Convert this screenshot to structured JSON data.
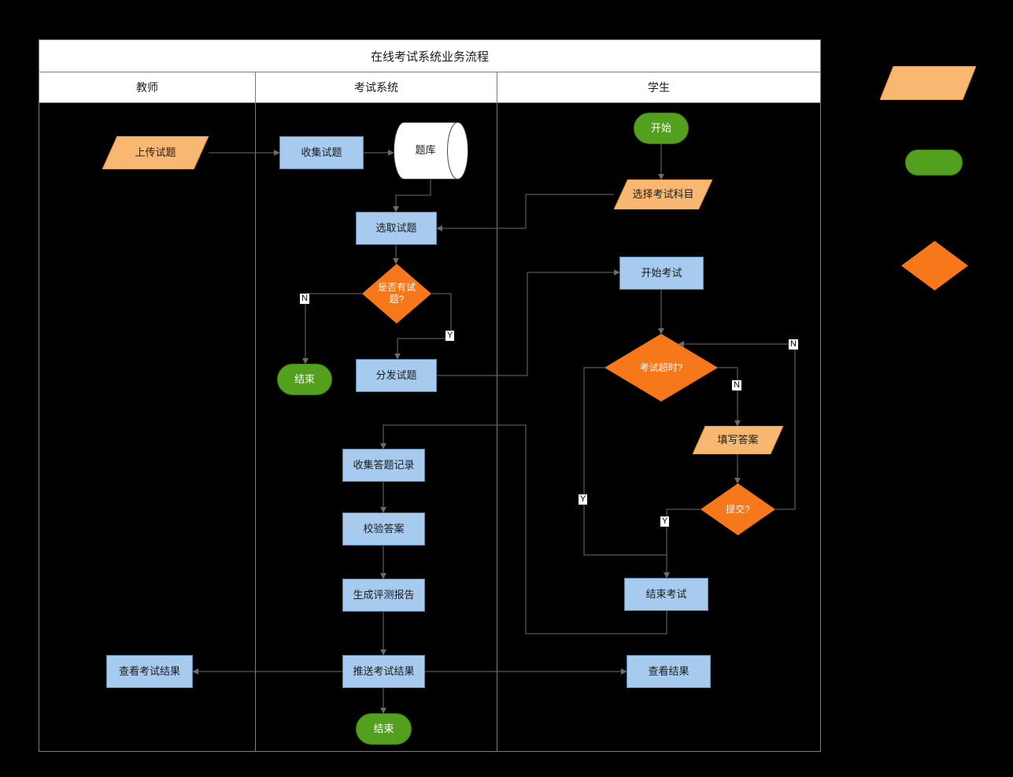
{
  "title": "在线考试系统业务流程",
  "lanes": {
    "teacher": "教师",
    "system": "考试系统",
    "student": "学生"
  },
  "nodes": {
    "upload_questions": "上传试题",
    "collect_questions": "收集试题",
    "question_bank": "题库",
    "pick_questions": "选取试题",
    "has_questions": "是否有试题?",
    "distribute_questions": "分发试题",
    "teacher_end": "结束",
    "collect_answer_records": "收集答题记录",
    "verify_answers": "校验答案",
    "generate_report": "生成评测报告",
    "push_results": "推送考试结果",
    "system_end": "结束",
    "view_exam_results": "查看考试结果",
    "start": "开始",
    "choose_subject": "选择考试科目",
    "begin_exam": "开始考试",
    "exam_timeout": "考试超时?",
    "fill_answers": "填写答案",
    "submit": "提交?",
    "end_exam": "结束考试",
    "view_results": "查看结果"
  },
  "branch_labels": {
    "yes": "Y",
    "no": "N"
  },
  "edges": [
    {
      "from": "upload_questions",
      "to": "collect_questions"
    },
    {
      "from": "collect_questions",
      "to": "question_bank"
    },
    {
      "from": "question_bank",
      "to": "pick_questions"
    },
    {
      "from": "choose_subject",
      "to": "pick_questions"
    },
    {
      "from": "pick_questions",
      "to": "has_questions"
    },
    {
      "from": "has_questions",
      "to": "teacher_end",
      "label": "N"
    },
    {
      "from": "has_questions",
      "to": "distribute_questions",
      "label": "Y"
    },
    {
      "from": "distribute_questions",
      "to": "begin_exam"
    },
    {
      "from": "start",
      "to": "choose_subject"
    },
    {
      "from": "begin_exam",
      "to": "exam_timeout"
    },
    {
      "from": "exam_timeout",
      "to": "fill_answers",
      "label": "N"
    },
    {
      "from": "fill_answers",
      "to": "submit"
    },
    {
      "from": "submit",
      "to": "exam_timeout",
      "label": "N"
    },
    {
      "from": "submit",
      "to": "end_exam",
      "label": "Y"
    },
    {
      "from": "exam_timeout",
      "to": "end_exam",
      "label": "Y"
    },
    {
      "from": "end_exam",
      "to": "collect_answer_records"
    },
    {
      "from": "collect_answer_records",
      "to": "verify_answers"
    },
    {
      "from": "verify_answers",
      "to": "generate_report"
    },
    {
      "from": "generate_report",
      "to": "push_results"
    },
    {
      "from": "push_results",
      "to": "view_exam_results"
    },
    {
      "from": "push_results",
      "to": "view_results"
    },
    {
      "from": "push_results",
      "to": "system_end"
    }
  ],
  "legend": {
    "shapes": [
      "io-parallelogram",
      "terminal-rounded",
      "decision-diamond"
    ]
  },
  "colors": {
    "background": "#000000",
    "frame": "#7d7d7d",
    "connector": "#6b6b6b",
    "process_fill": "#A6CBEE",
    "process_stroke": "#5B86AE",
    "terminal_fill": "#52A01D",
    "terminal_stroke": "#3F7E14",
    "decision_fill": "#F7771B",
    "io_fill": "#F9B871",
    "io_stroke": "#DE8A2F",
    "datastore_fill": "#FFFFFF",
    "datastore_stroke": "#444444"
  }
}
